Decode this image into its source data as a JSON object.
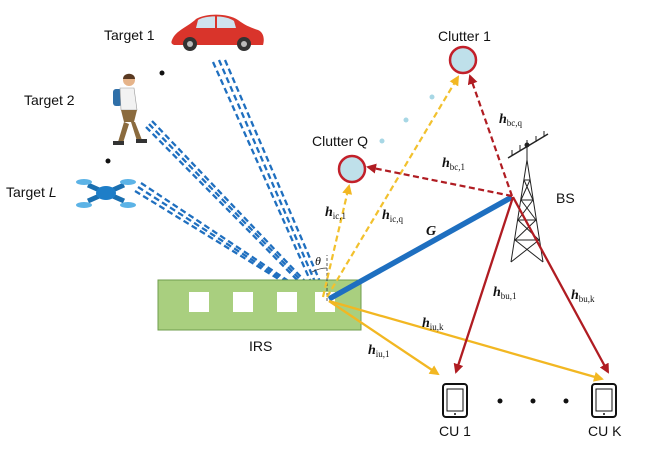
{
  "labels": {
    "target_1": "Target 1",
    "target_2": "Target 2",
    "target_L_prefix": "Target ",
    "target_L_italic": "L",
    "clutter_1": "Clutter 1",
    "clutter_Q": "Clutter Q",
    "bs": "BS",
    "irs": "IRS",
    "cu_1": "CU 1",
    "cu_K": "CU K",
    "theta": "θ"
  },
  "channels": {
    "G": "G",
    "h": "h",
    "h_bc_q_sub": "bc,q",
    "h_bc_1_sub": "bc,1",
    "h_ic_1_sub": "ic,1",
    "h_ic_q_sub": "ic,q",
    "h_bu_1_sub": "bu,1",
    "h_bu_k_sub": "bu,k",
    "h_iu_k_sub": "iu,k",
    "h_iu_1_sub": "iu,1"
  },
  "colors": {
    "sensing_link": "#1f6fbf",
    "clutter_link": "#f2c12e",
    "bs_link": "#b01c22",
    "irs_to_cu": "#f2b722",
    "g_link": "#1e6fc0",
    "irs_panel": "#a9cf7f",
    "clutter_fill": "#bfe0ea",
    "clutter_edge": "#c2202a"
  }
}
